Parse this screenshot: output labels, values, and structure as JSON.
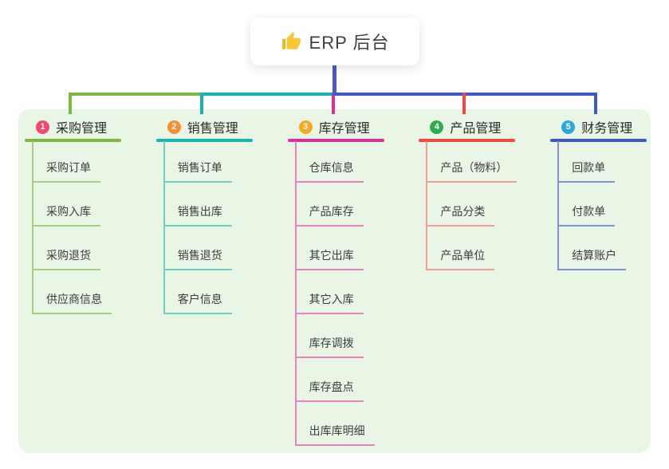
{
  "root": {
    "label": "ERP 后台",
    "icon": "thumbs-up-icon"
  },
  "panel": {
    "background_color": "#EAF6E5"
  },
  "connector": {
    "root_line_color": "#4A5BC8"
  },
  "branches": [
    {
      "badge": "1",
      "label": "采购管理",
      "badge_color": "#F5486E",
      "line_color": "#7DB83F",
      "sub_line_color": "#A9CE82",
      "items": [
        "采购订单",
        "采购入库",
        "采购退货",
        "供应商信息"
      ]
    },
    {
      "badge": "2",
      "label": "销售管理",
      "badge_color": "#F78E31",
      "line_color": "#13B5AE",
      "sub_line_color": "#6FCEC6",
      "items": [
        "销售订单",
        "销售出库",
        "销售退货",
        "客户信息"
      ]
    },
    {
      "badge": "3",
      "label": "库存管理",
      "badge_color": "#F9A825",
      "line_color": "#DD2F96",
      "sub_line_color": "#F07EC0",
      "items": [
        "仓库信息",
        "产品库存",
        "其它出库",
        "其它入库",
        "库存调拨",
        "库存盘点",
        "出库库明细"
      ]
    },
    {
      "badge": "4",
      "label": "产品管理",
      "badge_color": "#2EAC4F",
      "line_color": "#F24840",
      "sub_line_color": "#F79C94",
      "items": [
        "产品（物料）",
        "产品分类",
        "产品单位"
      ]
    },
    {
      "badge": "5",
      "label": "财务管理",
      "badge_color": "#2BA6DE",
      "line_color": "#3E57C9",
      "sub_line_color": "#8290D6",
      "items": [
        "回款单",
        "付款单",
        "结算账户"
      ]
    }
  ]
}
